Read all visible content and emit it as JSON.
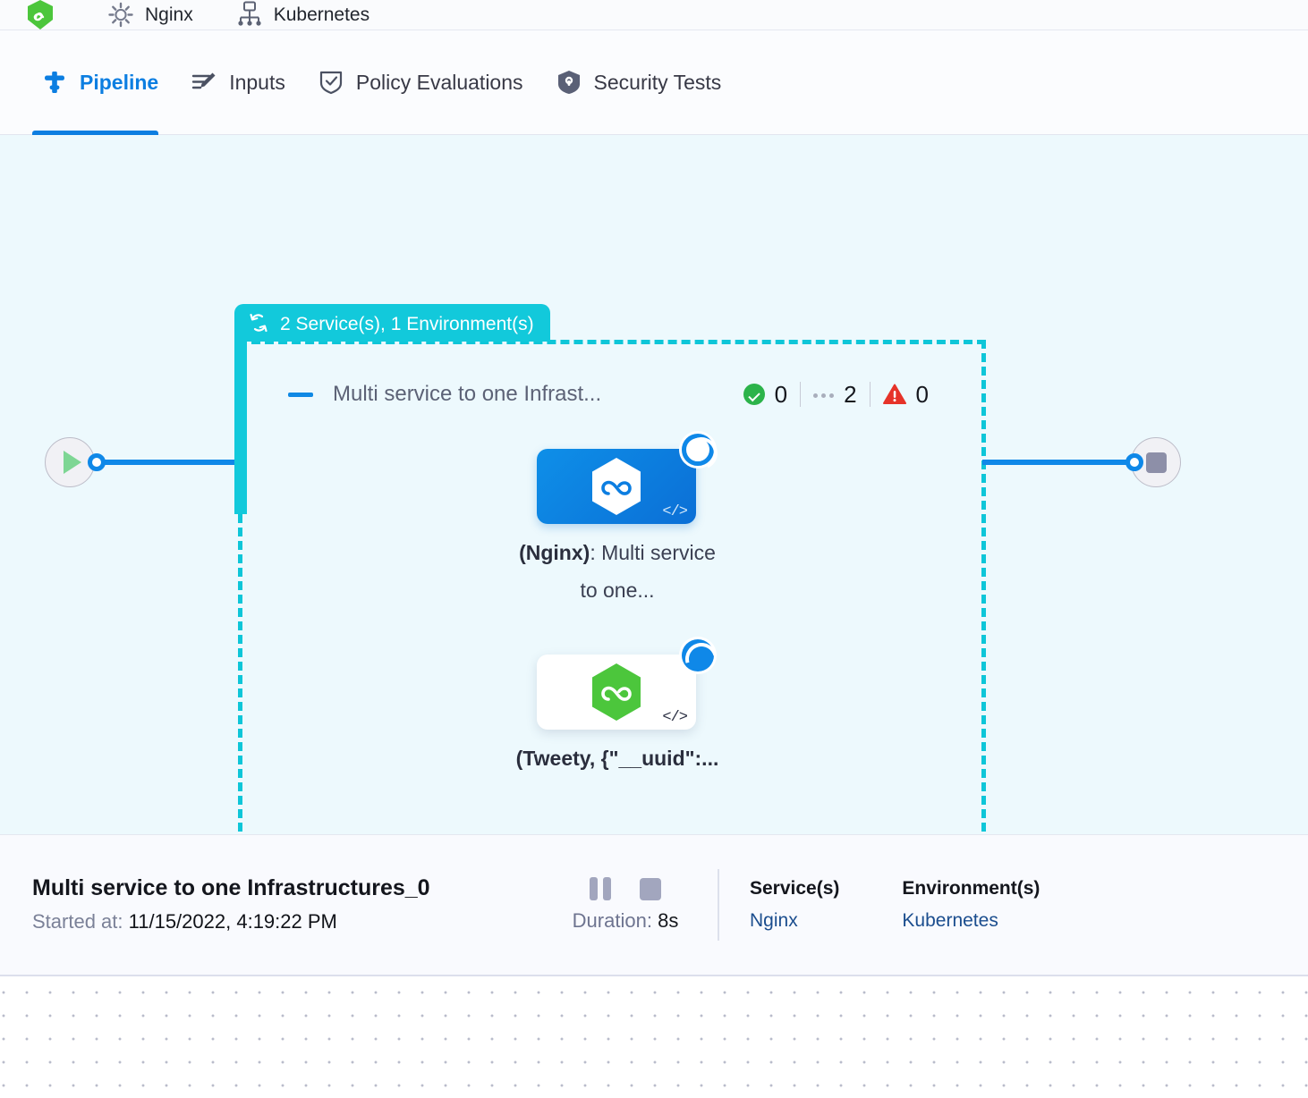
{
  "topstrip": {
    "items": [
      {
        "icon": "hexagon-shield-green-icon",
        "label": ""
      },
      {
        "icon": "gear-icon",
        "label": "Nginx"
      },
      {
        "icon": "kubernetes-node-icon",
        "label": "Kubernetes"
      }
    ]
  },
  "tabs": [
    {
      "icon": "pipeline-icon",
      "label": "Pipeline",
      "active": true
    },
    {
      "icon": "inputs-icon",
      "label": "Inputs",
      "active": false
    },
    {
      "icon": "policy-shield-check-icon",
      "label": "Policy Evaluations",
      "active": false
    },
    {
      "icon": "security-shield-icon",
      "label": "Security Tests",
      "active": false
    }
  ],
  "pipeline": {
    "start_node": {
      "icon": "play-icon"
    },
    "end_node": {
      "icon": "stop-icon"
    },
    "group": {
      "badge_icon": "loop-repeat-icon",
      "badge_label": "2 Service(s), 1 Environment(s)",
      "collapse_icon": "collapse-dash-icon",
      "title": "Multi service to one Infrast...",
      "stats": [
        {
          "icon": "success-check-icon",
          "value": "0"
        },
        {
          "icon": "pending-dots-icon",
          "value": "2"
        },
        {
          "icon": "warning-triangle-icon",
          "value": "0"
        }
      ]
    },
    "nodes": [
      {
        "logo": "harness-hexagon-icon",
        "code_icon": "code-brackets-icon",
        "status_icon": "running-spinner-ring-icon",
        "label_bold": "(Nginx)",
        "label_rest": ": Multi service to one..."
      },
      {
        "logo": "harness-hexagon-green-icon",
        "code_icon": "code-brackets-icon",
        "status_icon": "running-spinner-solid-icon",
        "label_bold": "(Tweety, {\"__uuid\":...",
        "label_rest": ""
      }
    ]
  },
  "info": {
    "title": "Multi service to one Infrastructures_0",
    "started_label": "Started at:",
    "started_value": "11/15/2022, 4:19:22 PM",
    "pause_icon": "pause-icon",
    "stop_icon": "stop-icon",
    "duration_label": "Duration:",
    "duration_value": "8s",
    "columns": [
      {
        "header": "Service(s)",
        "value": "Nginx"
      },
      {
        "header": "Environment(s)",
        "value": "Kubernetes"
      }
    ]
  },
  "colors": {
    "accent_blue": "#0C7EE1",
    "group_teal": "#12C9DB",
    "canvas_bg": "#EDF9FD",
    "success_green": "#2CB34A",
    "warning_red": "#E63329",
    "link_blue": "#1B4D8E"
  }
}
